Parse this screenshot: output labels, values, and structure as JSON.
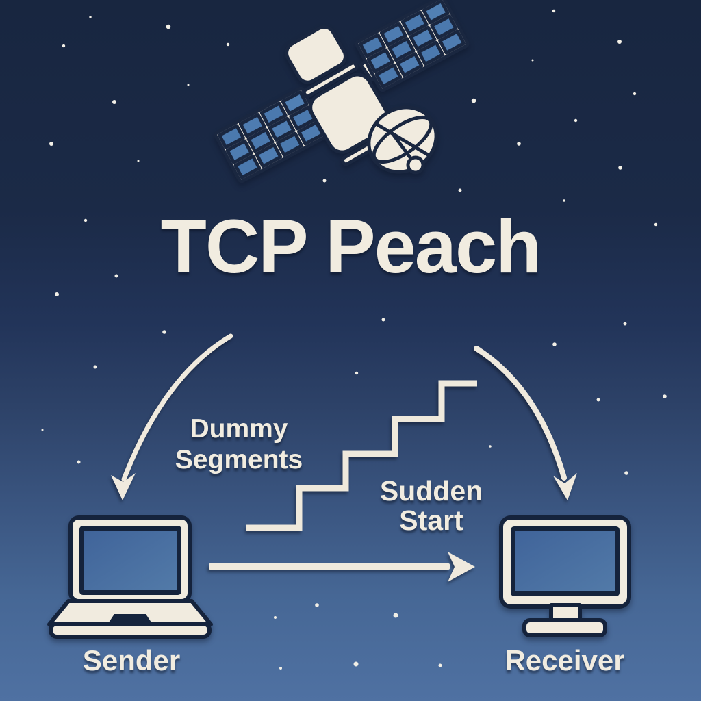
{
  "title": "TCP Peach",
  "annotations": {
    "dummy_segments": {
      "line1": "Dummy",
      "line2": "Segments"
    },
    "sudden_start": {
      "line1": "Sudden",
      "line2": "Start"
    }
  },
  "nodes": {
    "sender": "Sender",
    "receiver": "Receiver"
  },
  "icons": {
    "satellite": "satellite-icon",
    "sender_device": "laptop-icon",
    "receiver_device": "monitor-icon",
    "dummy_segments_arrow": "curved-arrow-down-left",
    "sudden_start_arrow": "curved-arrow-down-right",
    "transmission_arrow": "horizontal-arrow-right",
    "growth_steps": "staircase-steps-icon"
  },
  "colors": {
    "bg_top": "#182640",
    "bg_bottom": "#4f71a2",
    "cream": "#f1ebdf",
    "outline_navy": "#1a2740",
    "device_navy": "#15233c",
    "panel_blue": "#4b79ae",
    "screen_blue": "#44689c",
    "star": "#f2efe6"
  },
  "stars": [
    [
      132,
      25,
      1.7
    ],
    [
      246,
      39,
      3.3
    ],
    [
      93,
      67,
      2.2
    ],
    [
      333,
      65,
      2.2
    ],
    [
      275,
      124,
      1.5
    ],
    [
      167,
      149,
      3
    ],
    [
      75,
      210,
      3
    ],
    [
      202,
      235,
      1.5
    ],
    [
      125,
      322,
      2.2
    ],
    [
      809,
      16,
      2.2
    ],
    [
      905,
      61,
      3
    ],
    [
      778,
      88,
      1.5
    ],
    [
      692,
      147,
      3.3
    ],
    [
      927,
      137,
      2.2
    ],
    [
      841,
      176,
      2.2
    ],
    [
      758,
      210,
      2.8
    ],
    [
      906,
      245,
      2.8
    ],
    [
      824,
      293,
      1.7
    ],
    [
      958,
      328,
      2.2
    ],
    [
      474,
      264,
      2.5
    ],
    [
      672,
      278,
      2.5
    ],
    [
      560,
      467,
      2.5
    ],
    [
      170,
      403,
      2.5
    ],
    [
      83,
      430,
      3
    ],
    [
      139,
      536,
      2.5
    ],
    [
      240,
      485,
      2.8
    ],
    [
      62,
      628,
      1.5
    ],
    [
      115,
      675,
      2.5
    ],
    [
      913,
      473,
      2.5
    ],
    [
      810,
      503,
      2.8
    ],
    [
      874,
      584,
      2.5
    ],
    [
      971,
      579,
      2.8
    ],
    [
      716,
      652,
      1.8
    ],
    [
      915,
      691,
      2.8
    ],
    [
      521,
      545,
      2.2
    ],
    [
      463,
      884,
      2.8
    ],
    [
      402,
      902,
      2
    ],
    [
      578,
      899,
      3.5
    ],
    [
      410,
      976,
      2
    ],
    [
      520,
      970,
      3.5
    ],
    [
      643,
      972,
      2.5
    ]
  ]
}
